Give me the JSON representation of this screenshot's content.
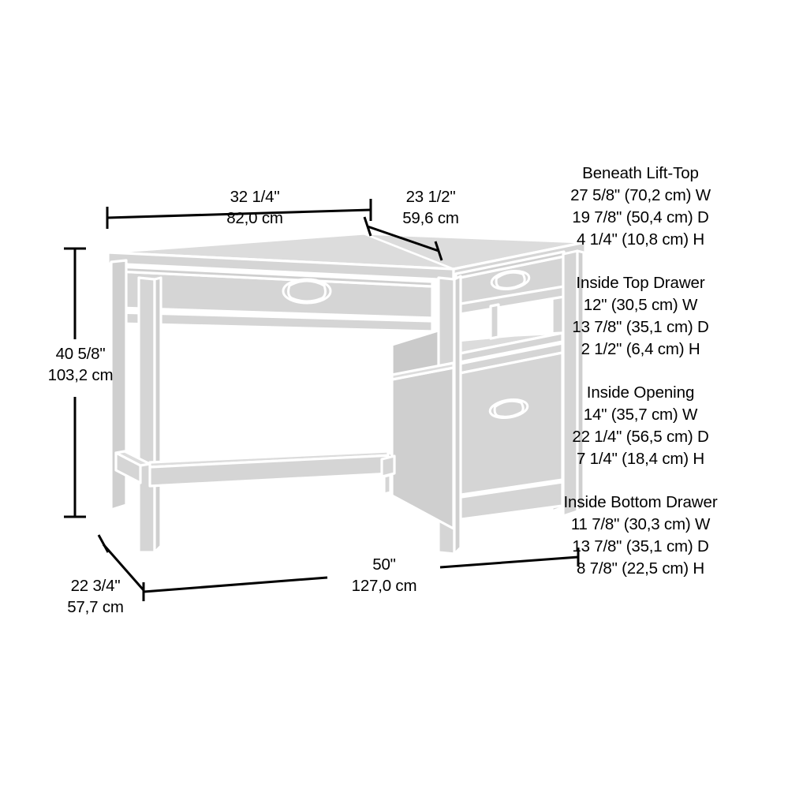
{
  "product": {
    "type": "desk-dimension-diagram",
    "view": "three-quarter perspective line drawing"
  },
  "colors": {
    "background": "#ffffff",
    "panel_fill": "#d5d5d5",
    "top_fill": "#dcdcdc",
    "shade_fill": "#cfcfcf",
    "outline": "#ffffff",
    "dimension_line": "#000000",
    "text": "#000000"
  },
  "dimensions": {
    "width_top": {
      "imperial": "32 1/4\"",
      "metric": "82,0 cm"
    },
    "depth_top": {
      "imperial": "23 1/2\"",
      "metric": "59,6 cm"
    },
    "height": {
      "imperial": "40 5/8\"",
      "metric": "103,2 cm"
    },
    "length": {
      "imperial": "50\"",
      "metric": "127,0 cm"
    },
    "side_depth": {
      "imperial": "22 3/4\"",
      "metric": "57,7 cm"
    }
  },
  "specs": [
    {
      "title": "Beneath Lift-Top",
      "lines": [
        "27 5/8\" (70,2 cm) W",
        "19 7/8\" (50,4 cm) D",
        "4 1/4\" (10,8 cm) H"
      ]
    },
    {
      "title": "Inside Top Drawer",
      "lines": [
        "12\" (30,5 cm) W",
        "13 7/8\" (35,1 cm) D",
        "2 1/2\" (6,4 cm) H"
      ]
    },
    {
      "title": "Inside Opening",
      "lines": [
        "14\" (35,7 cm) W",
        "22 1/4\" (56,5 cm) D",
        "7 1/4\" (18,4 cm) H"
      ]
    },
    {
      "title": "Inside Bottom Drawer",
      "lines": [
        "11 7/8\" (30,3 cm) W",
        "13 7/8\" (35,1 cm) D",
        "8 7/8\" (22,5 cm) H"
      ]
    }
  ]
}
